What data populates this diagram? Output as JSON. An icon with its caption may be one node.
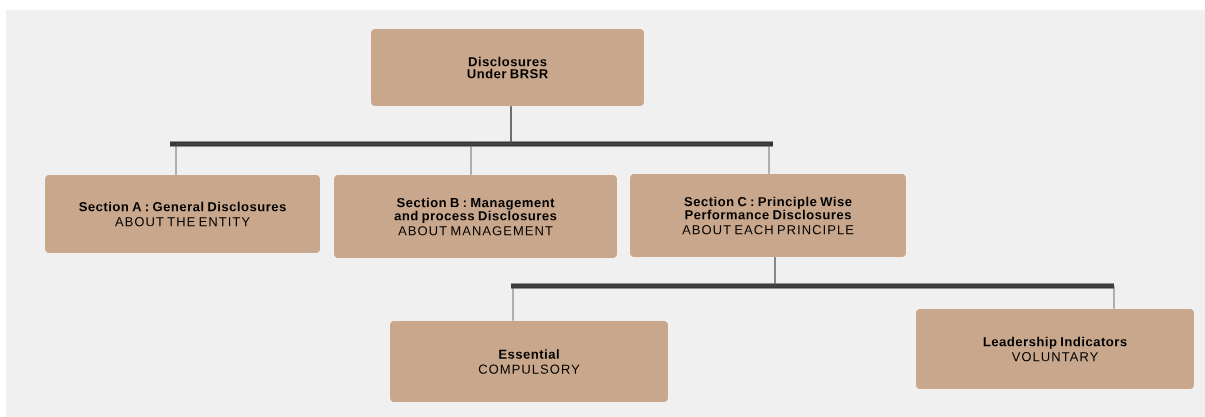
{
  "diagram": {
    "nodes": [
      {
        "text": [
          "Disclosures Under BRSR"
        ]
      },
      {
        "text": [
          "Section A : General Disclosures",
          "ABOUT THE ENTITY"
        ]
      },
      {
        "text": [
          "Section B : Management and process Disclosures",
          "ABOUT MANAGEMENT"
        ]
      },
      {
        "text": [
          "Section C : Principle Wise Performance Disclosures",
          "ABOUT EACH PRINCIPLE"
        ]
      },
      {
        "text": [
          "Essential",
          "COMPULSORY"
        ]
      },
      {
        "text": [
          "Leadership Indicators",
          "VOLUNTARY"
        ]
      }
    ],
    "edges": [
      {
        "from": 0,
        "to": 1,
        "arrow": "none"
      },
      {
        "from": 0,
        "to": 2,
        "arrow": "none"
      },
      {
        "from": 0,
        "to": 3,
        "arrow": "none"
      },
      {
        "from": 3,
        "to": 4,
        "arrow": "none"
      },
      {
        "from": 3,
        "to": 5,
        "arrow": "none"
      }
    ]
  }
}
